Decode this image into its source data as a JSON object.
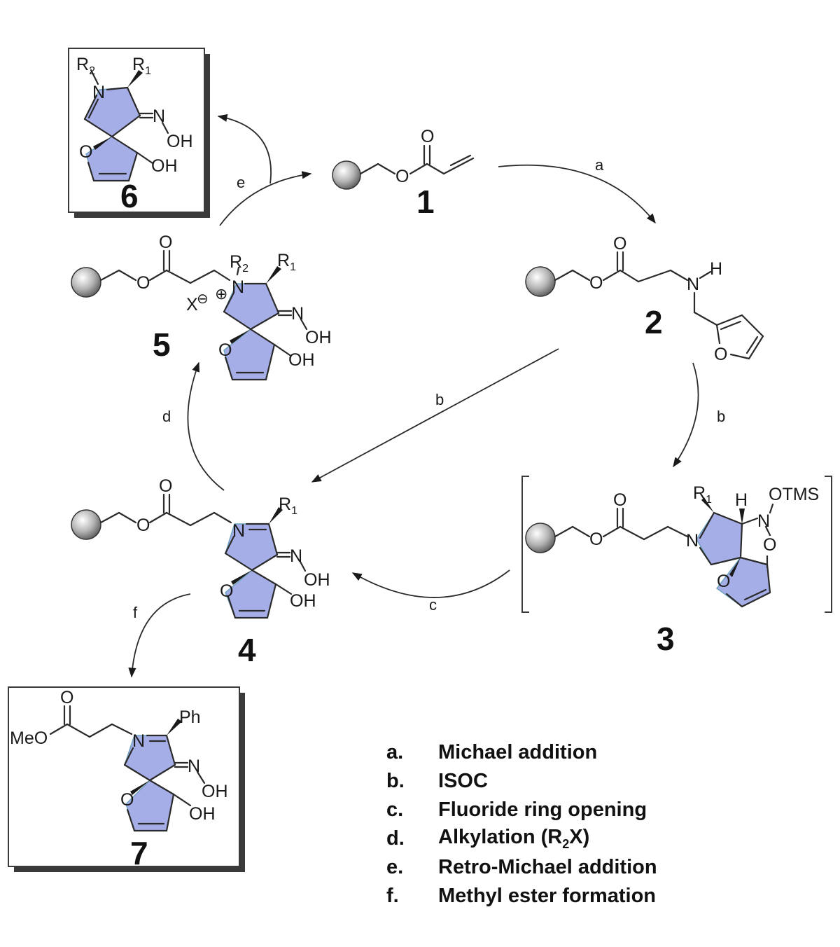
{
  "diagram": {
    "type": "reaction-cycle",
    "highlight_color": "#a6aee8",
    "compounds": [
      {
        "id": "1",
        "label": "1",
        "description": "resin-bound acrylate"
      },
      {
        "id": "2",
        "label": "2",
        "description": "resin-bound secondary amine with furfuryl group"
      },
      {
        "id": "3",
        "label": "3",
        "description": "isoxazoline intermediate (bracketed)"
      },
      {
        "id": "4",
        "label": "4",
        "description": "resin-bound spiro oxime"
      },
      {
        "id": "5",
        "label": "5",
        "description": "quaternary ammonium salt"
      },
      {
        "id": "6",
        "label": "6",
        "description": "released product (boxed)"
      },
      {
        "id": "7",
        "label": "7",
        "description": "methyl ester product (boxed)"
      }
    ],
    "atoms": {
      "O": "O",
      "N": "N",
      "NH_H": "H",
      "OH": "OH",
      "H": "H",
      "R": "R",
      "sub1": "1",
      "sub2": "2",
      "OTMS": "OTMS",
      "Ph": "Ph",
      "MeO": "MeO",
      "X": "X",
      "plus": "⊕",
      "minus": "⊖"
    },
    "steps": [
      {
        "key": "a",
        "arrow_label": "a",
        "from": "1",
        "to": "2"
      },
      {
        "key": "b1",
        "arrow_label": "b",
        "from": "2",
        "to": "3"
      },
      {
        "key": "b2",
        "arrow_label": "b",
        "from": "2",
        "to": "4"
      },
      {
        "key": "c",
        "arrow_label": "c",
        "from": "3",
        "to": "4"
      },
      {
        "key": "d",
        "arrow_label": "d",
        "from": "4",
        "to": "5"
      },
      {
        "key": "e",
        "arrow_label": "e",
        "from": "5",
        "to": "1 + 6"
      },
      {
        "key": "f",
        "arrow_label": "f",
        "from": "4",
        "to": "7"
      }
    ]
  },
  "legend": {
    "items": [
      {
        "key": "a.",
        "text": "Michael addition"
      },
      {
        "key": "b.",
        "text": "ISOC"
      },
      {
        "key": "c.",
        "text": "Fluoride ring opening"
      },
      {
        "key": "d.",
        "text_pre": "Alkylation (R",
        "text_sub": "2",
        "text_post": "X)"
      },
      {
        "key": "e.",
        "text": "Retro-Michael addition"
      },
      {
        "key": "f.",
        "text": "Methyl ester formation"
      }
    ]
  }
}
